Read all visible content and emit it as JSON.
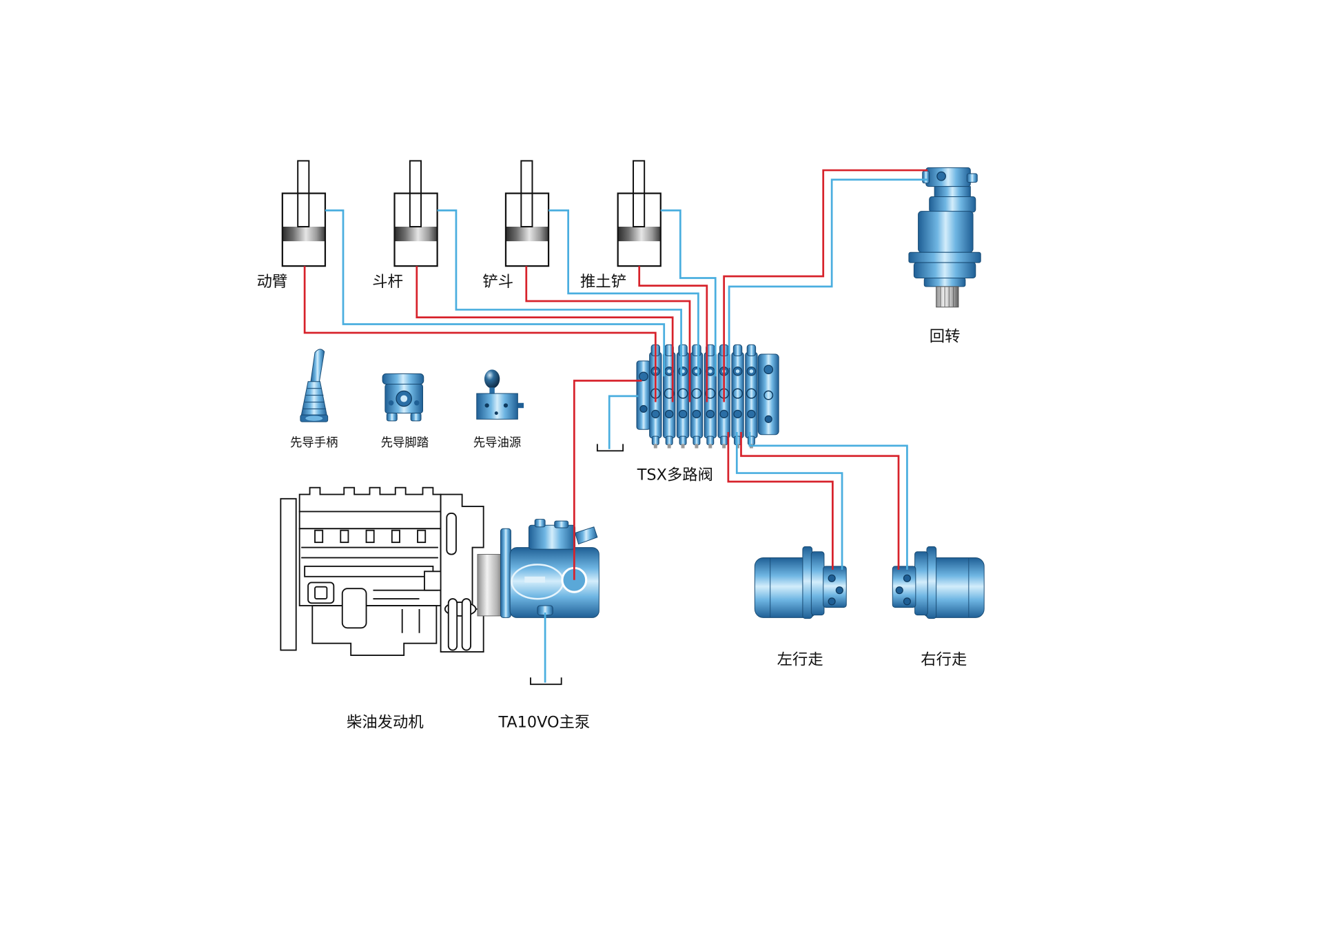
{
  "labels": {
    "boom": "动臂",
    "arm": "斗杆",
    "bucket": "铲斗",
    "blade": "推土铲",
    "swing": "回转",
    "valve": "TSX多路阀",
    "pilot_joystick": "先导手柄",
    "pilot_pedal": "先导脚踏",
    "pilot_source": "先导油源",
    "engine": "柴油发动机",
    "pump": "TA10VO主泵",
    "left_travel": "左行走",
    "right_travel": "右行走"
  },
  "colors": {
    "pressure_line": "#d7222b",
    "return_line": "#4aaedf"
  }
}
